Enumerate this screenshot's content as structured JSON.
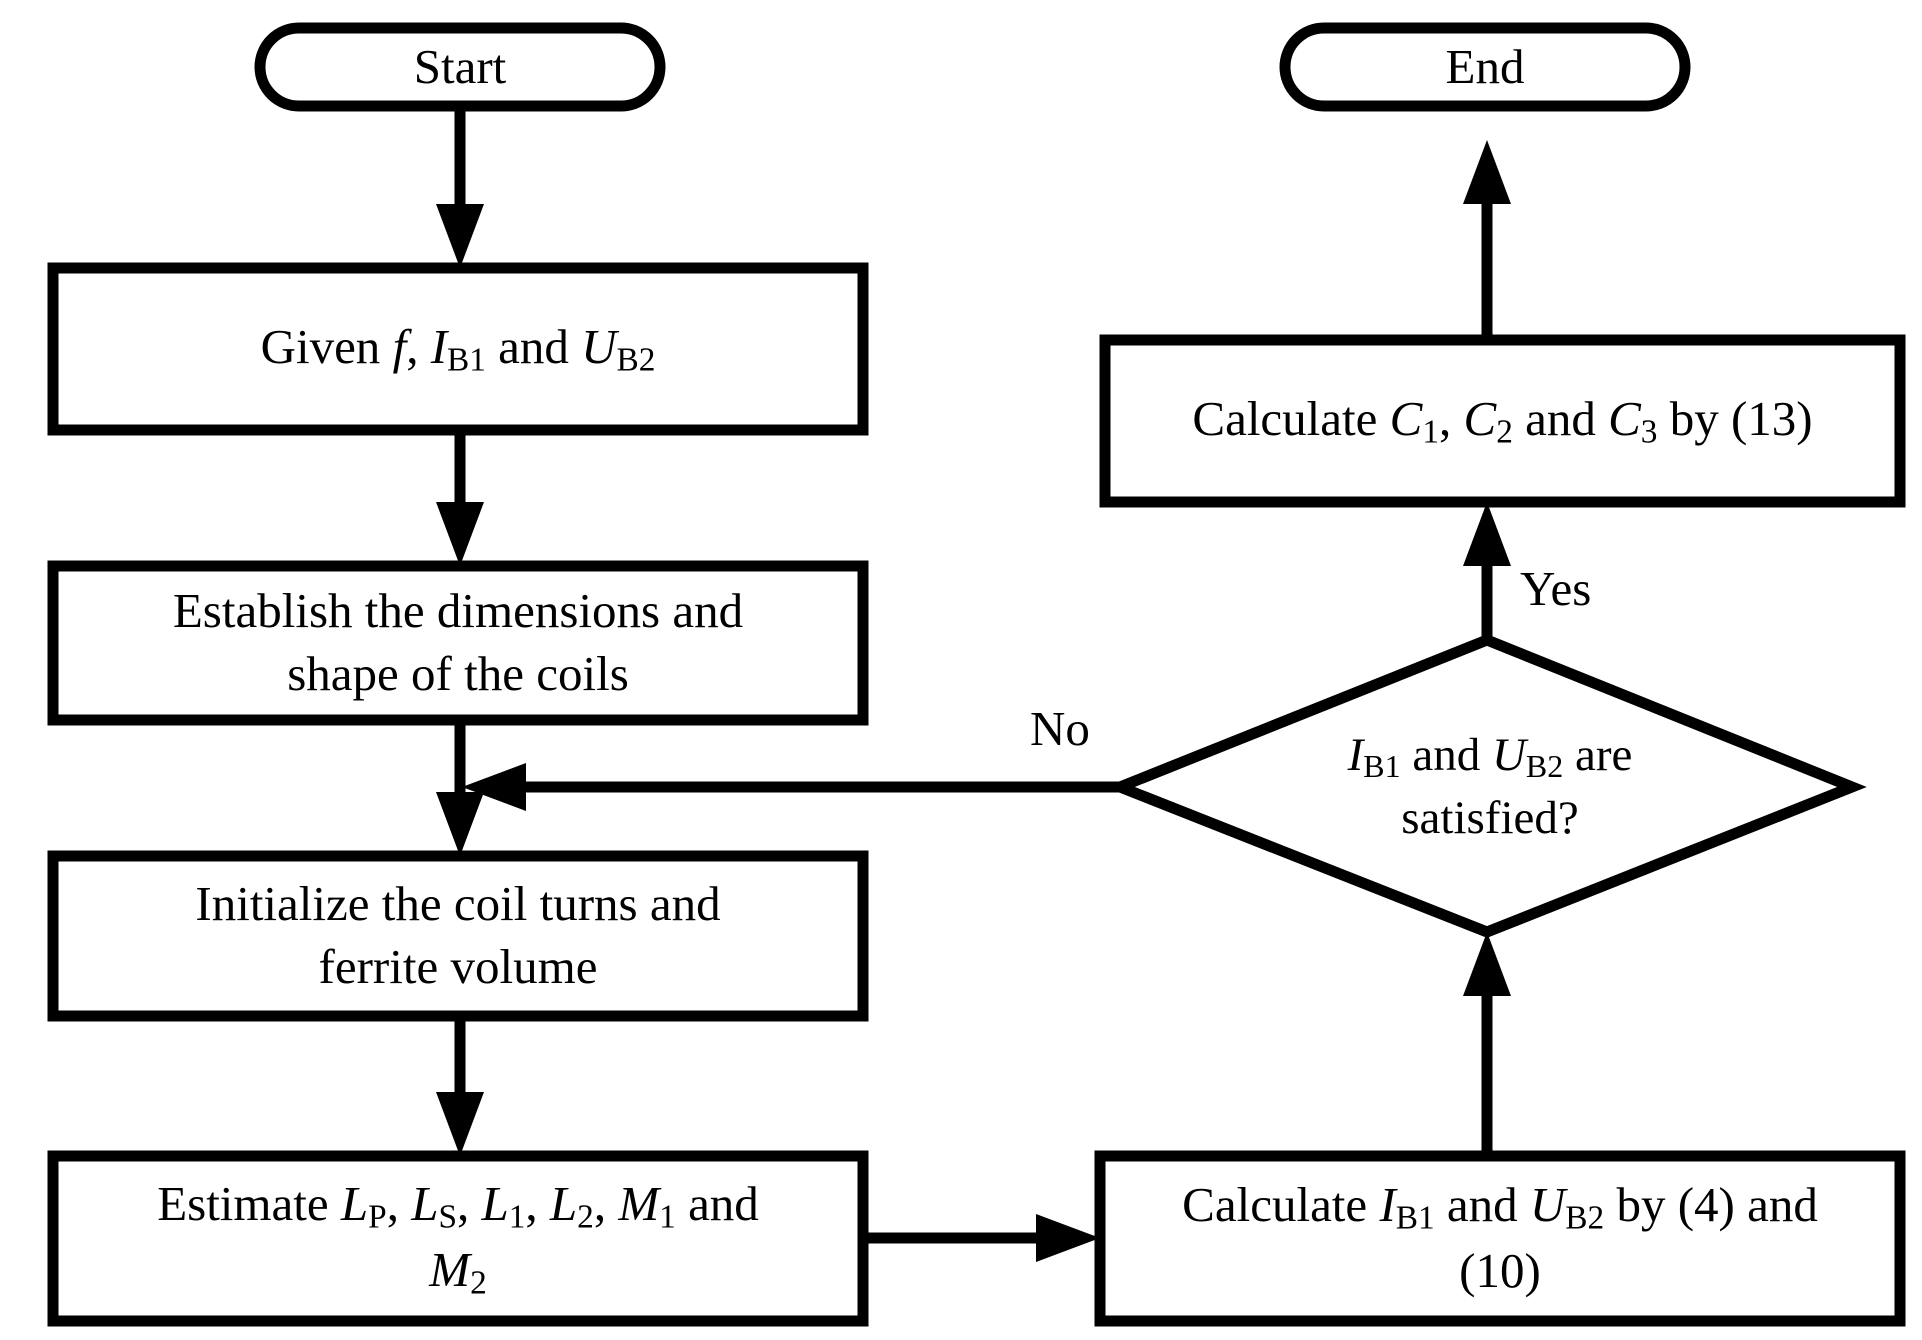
{
  "diagram": {
    "type": "flowchart",
    "title": "",
    "background_color": "#ffffff",
    "line_color": "#000000",
    "text_color": "#000000"
  },
  "nodes": {
    "start": {
      "id": "start",
      "shape": "terminal",
      "label": "Start"
    },
    "given": {
      "id": "given",
      "shape": "process",
      "label": "Given f, IB1 and UB2",
      "label_html": "Given <i class=\"var\">f</i>, <i class=\"var\">I</i><sub>B1</sub> and <i class=\"var\">U</i><sub>B2</sub>"
    },
    "establish": {
      "id": "establish",
      "shape": "process",
      "label": "Establish the dimensions and shape of the coils",
      "label_html": "Establish the dimensions and<br>shape of the coils"
    },
    "initialize": {
      "id": "initialize",
      "shape": "process",
      "label": "Initialize the coil turns and ferrite volume",
      "label_html": "Initialize the coil turns and<br>ferrite volume"
    },
    "estimate": {
      "id": "estimate",
      "shape": "process",
      "label": "Estimate LP, LS, L1, L2, M1 and M2",
      "label_html": "Estimate <i class=\"var\">L</i><sub>P</sub>, <i class=\"var\">L</i><sub>S</sub>, <i class=\"var\">L</i><sub>1</sub>, <i class=\"var\">L</i><sub>2</sub>, <i class=\"var\">M</i><sub>1</sub> and<br><i class=\"var\">M</i><sub>2</sub>"
    },
    "calc_iu": {
      "id": "calc_iu",
      "shape": "process",
      "label": "Calculate IB1 and UB2 by (4) and (10)",
      "label_html": "Calculate <i class=\"var\">I</i><sub>B1</sub> and <i class=\"var\">U</i><sub>B2</sub> by (4) and<br>(10)"
    },
    "decision": {
      "id": "decision",
      "shape": "decision",
      "label": "IB1 and UB2 are satisfied?",
      "label_html": "<i class=\"var\">I</i><sub>B1</sub> and <i class=\"var\">U</i><sub>B2</sub> are<br>satisfied?"
    },
    "calc_c": {
      "id": "calc_c",
      "shape": "process",
      "label": "Calculate C1, C2 and C3 by (13)",
      "label_html": "Calculate <i class=\"var\">C</i><sub>1</sub>, <i class=\"var\">C</i><sub>2</sub> and <i class=\"var\">C</i><sub>3</sub> by (13)"
    },
    "end": {
      "id": "end",
      "shape": "terminal",
      "label": "End"
    }
  },
  "edges": [
    {
      "from": "start",
      "to": "given",
      "label": ""
    },
    {
      "from": "given",
      "to": "establish",
      "label": ""
    },
    {
      "from": "establish",
      "to": "initialize",
      "label": ""
    },
    {
      "from": "initialize",
      "to": "estimate",
      "label": ""
    },
    {
      "from": "estimate",
      "to": "calc_iu",
      "label": ""
    },
    {
      "from": "calc_iu",
      "to": "decision",
      "label": ""
    },
    {
      "from": "decision",
      "to": "calc_c",
      "label": "Yes"
    },
    {
      "from": "decision",
      "to": "initialize",
      "label": "No"
    },
    {
      "from": "calc_c",
      "to": "end",
      "label": ""
    }
  ],
  "edge_labels": {
    "yes": "Yes",
    "no": "No"
  }
}
